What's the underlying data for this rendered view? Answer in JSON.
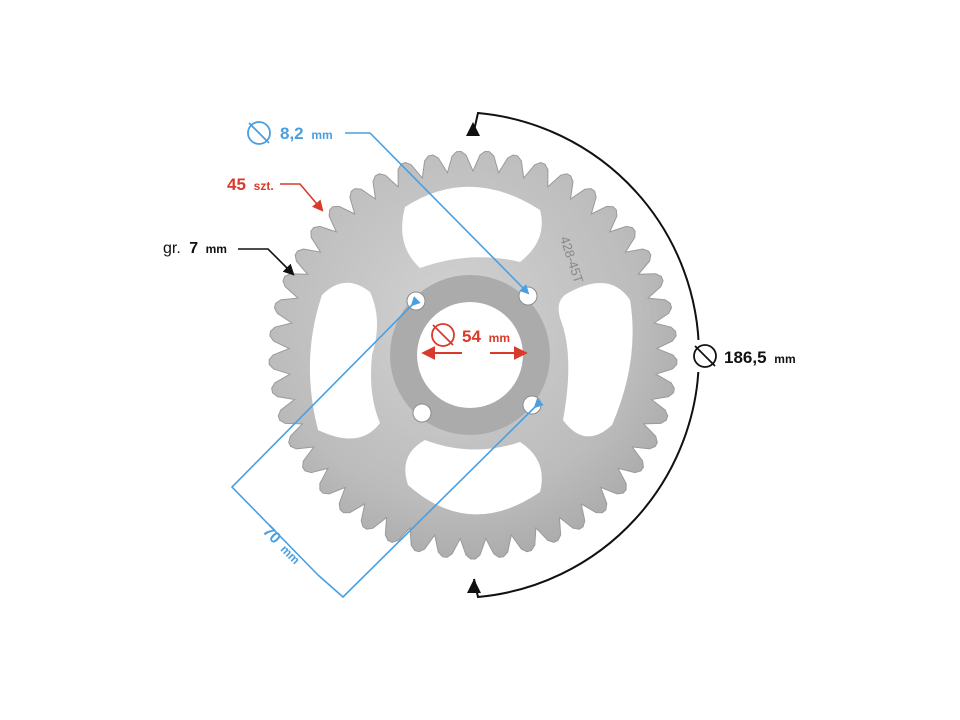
{
  "colors": {
    "blue": "#4a9fe0",
    "red": "#d93a2b",
    "black": "#111111",
    "metal": "#bdbdbd",
    "metal_dark": "#8f8f8f",
    "hub": "#a9a9a9"
  },
  "sprocket": {
    "teeth": 45,
    "engraving": "428-45T"
  },
  "labels": {
    "bolt_hole": {
      "value": "8,2",
      "unit": "mm"
    },
    "teeth": {
      "value": "45",
      "unit": "szt."
    },
    "thickness": {
      "prefix": "gr.",
      "value": "7",
      "unit": "mm"
    },
    "center_bore": {
      "value": "54",
      "unit": "mm"
    },
    "outer_diameter": {
      "value": "186,5",
      "unit": "mm"
    },
    "bolt_spacing": {
      "value": "70",
      "unit": "mm"
    }
  },
  "icons": {
    "diameter": "diameter-icon",
    "arrow": "arrow-icon"
  }
}
